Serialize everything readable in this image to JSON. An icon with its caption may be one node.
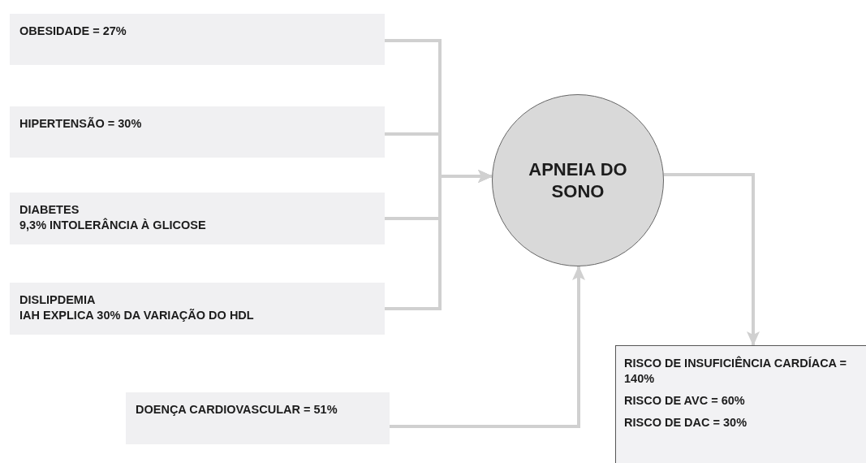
{
  "diagram": {
    "nodes": [
      {
        "text": [
          "OBESIDADE = 27%"
        ]
      },
      {
        "text": [
          "HIPERTENSÃO = 30%"
        ]
      },
      {
        "text": [
          "DIABETES",
          "9,3% INTOLERÂNCIA À GLICOSE"
        ]
      },
      {
        "text": [
          "DISLIPDEMIA",
          "IAH EXPLICA 30% DA VARIAÇÃO DO HDL"
        ]
      },
      {
        "text": [
          "DOENÇA CARDIOVASCULAR = 51%"
        ]
      },
      {
        "text": [
          "APNEIA DO SONO"
        ]
      },
      {
        "text": [
          "RISCO DE INSUFICIÊNCIA CARDÍACA = 140%",
          "RISCO DE AVC = 60%",
          "RISCO DE DAC = 30%"
        ]
      }
    ],
    "edges": [
      {
        "from": 0,
        "to": 5,
        "arrow": "to"
      },
      {
        "from": 1,
        "to": 5,
        "arrow": "to"
      },
      {
        "from": 2,
        "to": 5,
        "arrow": "to"
      },
      {
        "from": 3,
        "to": 5,
        "arrow": "to"
      },
      {
        "from": 4,
        "to": 5,
        "arrow": "to"
      },
      {
        "from": 5,
        "to": 6,
        "arrow": "to"
      }
    ]
  }
}
